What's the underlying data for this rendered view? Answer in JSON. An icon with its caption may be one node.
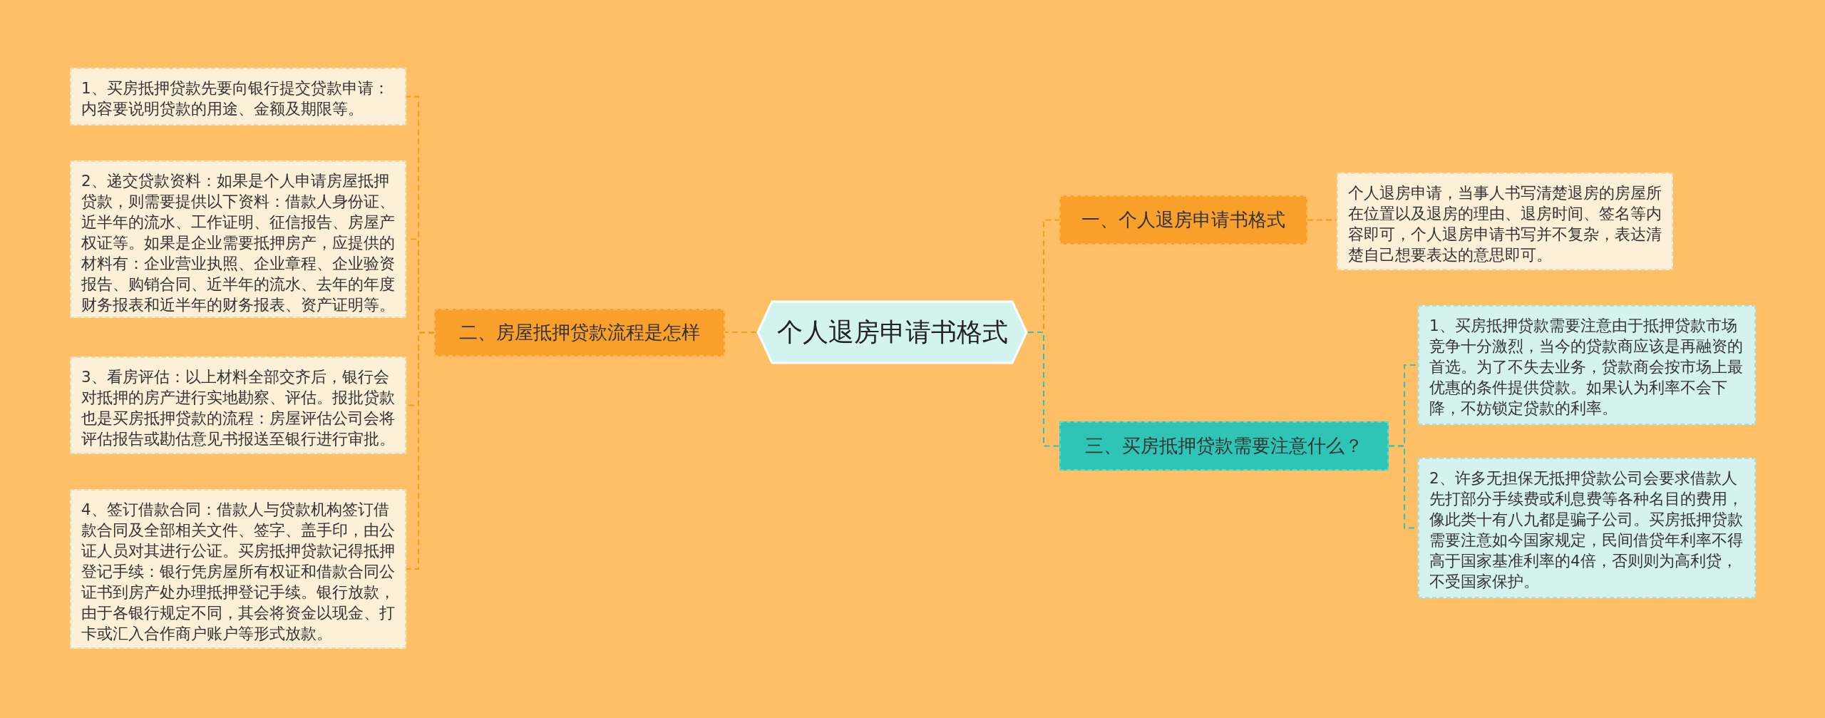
{
  "diagram": {
    "nodes": [
      {
        "text": [
          "个人退房申请书格式"
        ]
      },
      {
        "text": [
          "一、个人退房申请书格式"
        ]
      },
      {
        "text": [
          "个人退房申请，当事人书写清楚退房的房屋所在位置以及退房的理由、退房时间、签名等内容即可，个人退房申请书写并不复杂，表达清楚自己想要表达的意思即可。"
        ]
      },
      {
        "text": [
          "二、房屋抵押贷款流程是怎样"
        ]
      },
      {
        "text": [
          "1、买房抵押贷款先要向银行提交贷款申请：内容要说明贷款的用途、金额及期限等。"
        ]
      },
      {
        "text": [
          "2、递交贷款资料：如果是个人申请房屋抵押贷款，则需要提供以下资料：借款人身份证、近半年的流水、工作证明、征信报告、房屋产权证等。如果是企业需要抵押房产，应提供的材料有：企业营业执照、企业章程、企业验资报告、购销合同、近半年的流水、去年的年度财务报表和近半年的财务报表、资产证明等。"
        ]
      },
      {
        "text": [
          "3、看房评估：以上材料全部交齐后，银行会对抵押的房产进行实地勘察、评估。报批贷款也是买房抵押贷款的流程：房屋评估公司会将评估报告或勘估意见书报送至银行进行审批。"
        ]
      },
      {
        "text": [
          "4、签订借款合同：借款人与贷款机构签订借款合同及全部相关文件、签字、盖手印，由公证人员对其进行公证。买房抵押贷款记得抵押登记手续：银行凭房屋所有权证和借款合同公证书到房产处办理抵押登记手续。银行放款，由于各银行规定不同，其会将资金以现金、打卡或汇入合作商户账户等形式放款。"
        ]
      },
      {
        "text": [
          "三、买房抵押贷款需要注意什么？"
        ]
      },
      {
        "text": [
          "1、买房抵押贷款需要注意由于抵押贷款市场竞争十分激烈，当今的贷款商应该是再融资的首选。为了不失去业务，贷款商会按市场上最优惠的条件提供贷款。如果认为利率不会下降，不妨锁定贷款的利率。"
        ]
      },
      {
        "text": [
          "2、许多无担保无抵押贷款公司会要求借款人先打部分手续费或利息费等各种名目的费用，像此类十有八九都是骗子公司。买房抵押贷款需要注意如今国家规定，民间借贷年利率不得高于国家基准利率的4倍，否则则为高利贷，不受国家保护。"
        ]
      }
    ],
    "edges": [
      {
        "from": 0,
        "to": 1,
        "arrow": "none"
      },
      {
        "from": 1,
        "to": 2,
        "arrow": "none"
      },
      {
        "from": 0,
        "to": 3,
        "arrow": "none"
      },
      {
        "from": 3,
        "to": 4,
        "arrow": "none"
      },
      {
        "from": 3,
        "to": 5,
        "arrow": "none"
      },
      {
        "from": 3,
        "to": 6,
        "arrow": "none"
      },
      {
        "from": 3,
        "to": 7,
        "arrow": "none"
      },
      {
        "from": 0,
        "to": 8,
        "arrow": "none",
        "color": "#2ec4b6"
      },
      {
        "from": 8,
        "to": 9,
        "arrow": "none",
        "color": "#2ec4b6"
      },
      {
        "from": 8,
        "to": 10,
        "arrow": "none",
        "color": "#2ec4b6"
      }
    ]
  }
}
